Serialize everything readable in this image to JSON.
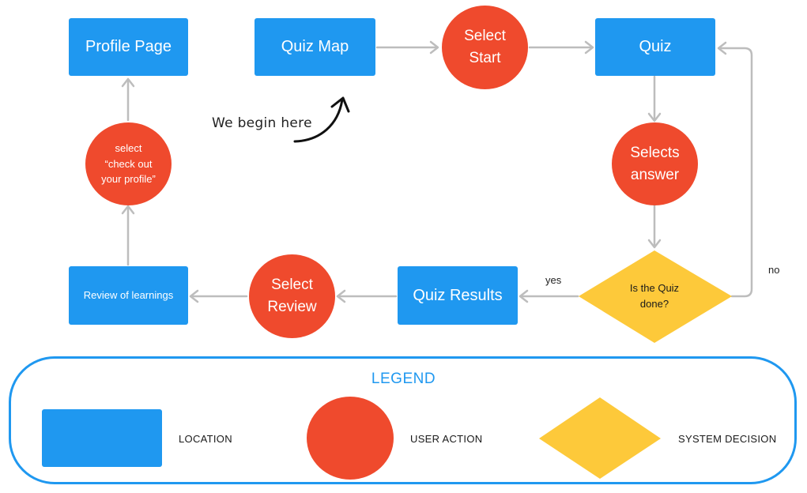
{
  "nodes": {
    "profile_page": "Profile Page",
    "quiz_map": "Quiz Map",
    "select_start": "Select\nStart",
    "quiz": "Quiz",
    "selects_answer": "Selects\nanswer",
    "is_quiz_done": "Is the Quiz\ndone?",
    "quiz_results": "Quiz Results",
    "select_review": "Select\nReview",
    "review_of_learnings": "Review of learnings",
    "check_out_profile": "select\n“check out\nyour profile”"
  },
  "annotations": {
    "start_note": "We begin here",
    "yes": "yes",
    "no": "no"
  },
  "legend": {
    "title": "LEGEND",
    "location": "LOCATION",
    "user_action": "USER ACTION",
    "system_decision": "SYSTEM DECISION"
  },
  "colors": {
    "location": "#1f98f0",
    "user_action": "#ef4a2d",
    "system_decision": "#fdc93a",
    "connector": "#bdbdbd"
  }
}
